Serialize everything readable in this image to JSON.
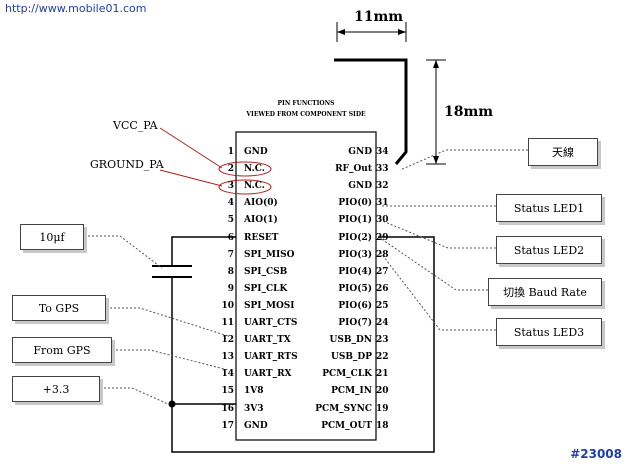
{
  "header": {
    "url": "http://www.mobile01.com"
  },
  "module": {
    "title_line1": "PIN FUNCTIONS",
    "title_line2": "VIEWED FROM COMPONENT SIDE",
    "left_pins": [
      {
        "num": "1",
        "label": "GND"
      },
      {
        "num": "2",
        "label": "N.C."
      },
      {
        "num": "3",
        "label": "N.C."
      },
      {
        "num": "4",
        "label": "AIO(0)"
      },
      {
        "num": "5",
        "label": "AIO(1)"
      },
      {
        "num": "6",
        "label": "RESET"
      },
      {
        "num": "7",
        "label": "SPI_MISO"
      },
      {
        "num": "8",
        "label": "SPI_CSB"
      },
      {
        "num": "9",
        "label": "SPI_CLK"
      },
      {
        "num": "10",
        "label": "SPI_MOSI"
      },
      {
        "num": "11",
        "label": "UART_CTS"
      },
      {
        "num": "12",
        "label": "UART_TX"
      },
      {
        "num": "13",
        "label": "UART_RTS"
      },
      {
        "num": "14",
        "label": "UART_RX"
      },
      {
        "num": "15",
        "label": "1V8"
      },
      {
        "num": "16",
        "label": "3V3"
      },
      {
        "num": "17",
        "label": "GND"
      }
    ],
    "right_pins": [
      {
        "num": "34",
        "label": "GND"
      },
      {
        "num": "33",
        "label": "RF_Out"
      },
      {
        "num": "32",
        "label": "GND"
      },
      {
        "num": "31",
        "label": "PIO(0)"
      },
      {
        "num": "30",
        "label": "PIO(1)"
      },
      {
        "num": "29",
        "label": "PIO(2)"
      },
      {
        "num": "28",
        "label": "PIO(3)"
      },
      {
        "num": "27",
        "label": "PIO(4)"
      },
      {
        "num": "26",
        "label": "PIO(5)"
      },
      {
        "num": "25",
        "label": "PIO(6)"
      },
      {
        "num": "24",
        "label": "PIO(7)"
      },
      {
        "num": "23",
        "label": "USB_DN"
      },
      {
        "num": "22",
        "label": "USB_DP"
      },
      {
        "num": "21",
        "label": "PCM_CLK"
      },
      {
        "num": "20",
        "label": "PCM_IN"
      },
      {
        "num": "19",
        "label": "PCM_SYNC"
      },
      {
        "num": "18",
        "label": "PCM_OUT"
      }
    ]
  },
  "dimensions": {
    "width": "11mm",
    "height": "18mm"
  },
  "annotations": {
    "vcc_pa": "VCC_PA",
    "ground_pa": "GROUND_PA",
    "cap": "10μf",
    "to_gps": "To GPS",
    "from_gps": "From GPS",
    "supply": "+3.3",
    "antenna": "天線",
    "led1": "Status LED1",
    "led2": "Status LED2",
    "baud": "切換  Baud Rate",
    "led3": "Status LED3"
  },
  "watermark": "#23008"
}
